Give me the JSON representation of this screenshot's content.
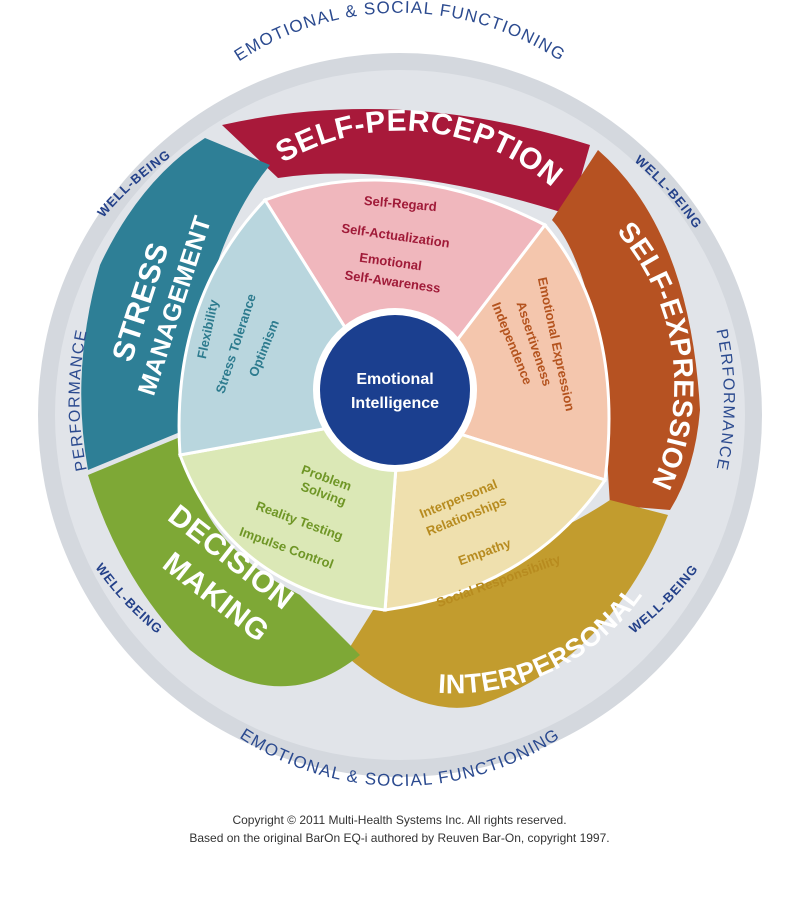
{
  "outer_ring": {
    "top_label": "EMOTIONAL & SOCIAL FUNCTIONING",
    "bottom_label": "EMOTIONAL & SOCIAL FUNCTIONING",
    "left_label": "PERFORMANCE",
    "right_label": "PERFORMANCE",
    "wellbeing_top_left": "WELL-BEING",
    "wellbeing_top_right": "WELL-BEING",
    "wellbeing_bottom_left": "WELL-BEING",
    "wellbeing_bottom_right": "WELL-BEING"
  },
  "center": {
    "line1": "Emotional",
    "line2": "Intelligence",
    "color": "#1b3f8f"
  },
  "segments": {
    "self_perception": {
      "title": "SELF-PERCEPTION",
      "items": [
        "Self-Regard",
        "Self-Actualization",
        "Emotional",
        "Self-Awareness"
      ],
      "color": "#a8193a",
      "light": "#f0b7bd",
      "text_color": "#a01a38"
    },
    "self_expression": {
      "title": "SELF-EXPRESSION",
      "items": [
        "Emotional Expression",
        "Assertiveness",
        "Independence"
      ],
      "color": "#b65222",
      "light": "#f4c6ad",
      "text_color": "#b4531e"
    },
    "interpersonal": {
      "title": "INTERPERSONAL",
      "items": [
        "Interpersonal",
        "Relationships",
        "Empathy",
        "Social Responsibility"
      ],
      "color": "#c29c2e",
      "light": "#efe0ae",
      "text_color": "#b78b1f"
    },
    "decision_making": {
      "title_line1": "DECISION",
      "title_line2": "MAKING",
      "items": [
        "Problem",
        "Solving",
        "Reality Testing",
        "Impulse Control"
      ],
      "color": "#7ea836",
      "light": "#dbe8b6",
      "text_color": "#6f9626"
    },
    "stress_management": {
      "title_line1": "STRESS",
      "title_line2": "MANAGEMENT",
      "items": [
        "Flexibility",
        "Stress Tolerance",
        "Optimism"
      ],
      "color": "#2e7f96",
      "light": "#b9d6de",
      "text_color": "#2d7b8e"
    }
  },
  "copyright": {
    "line1": "Copyright © 2011 Multi-Health Systems Inc. All rights reserved.",
    "line2": "Based on the original BarOn EQ-i authored by Reuven Bar-On, copyright 1997."
  }
}
